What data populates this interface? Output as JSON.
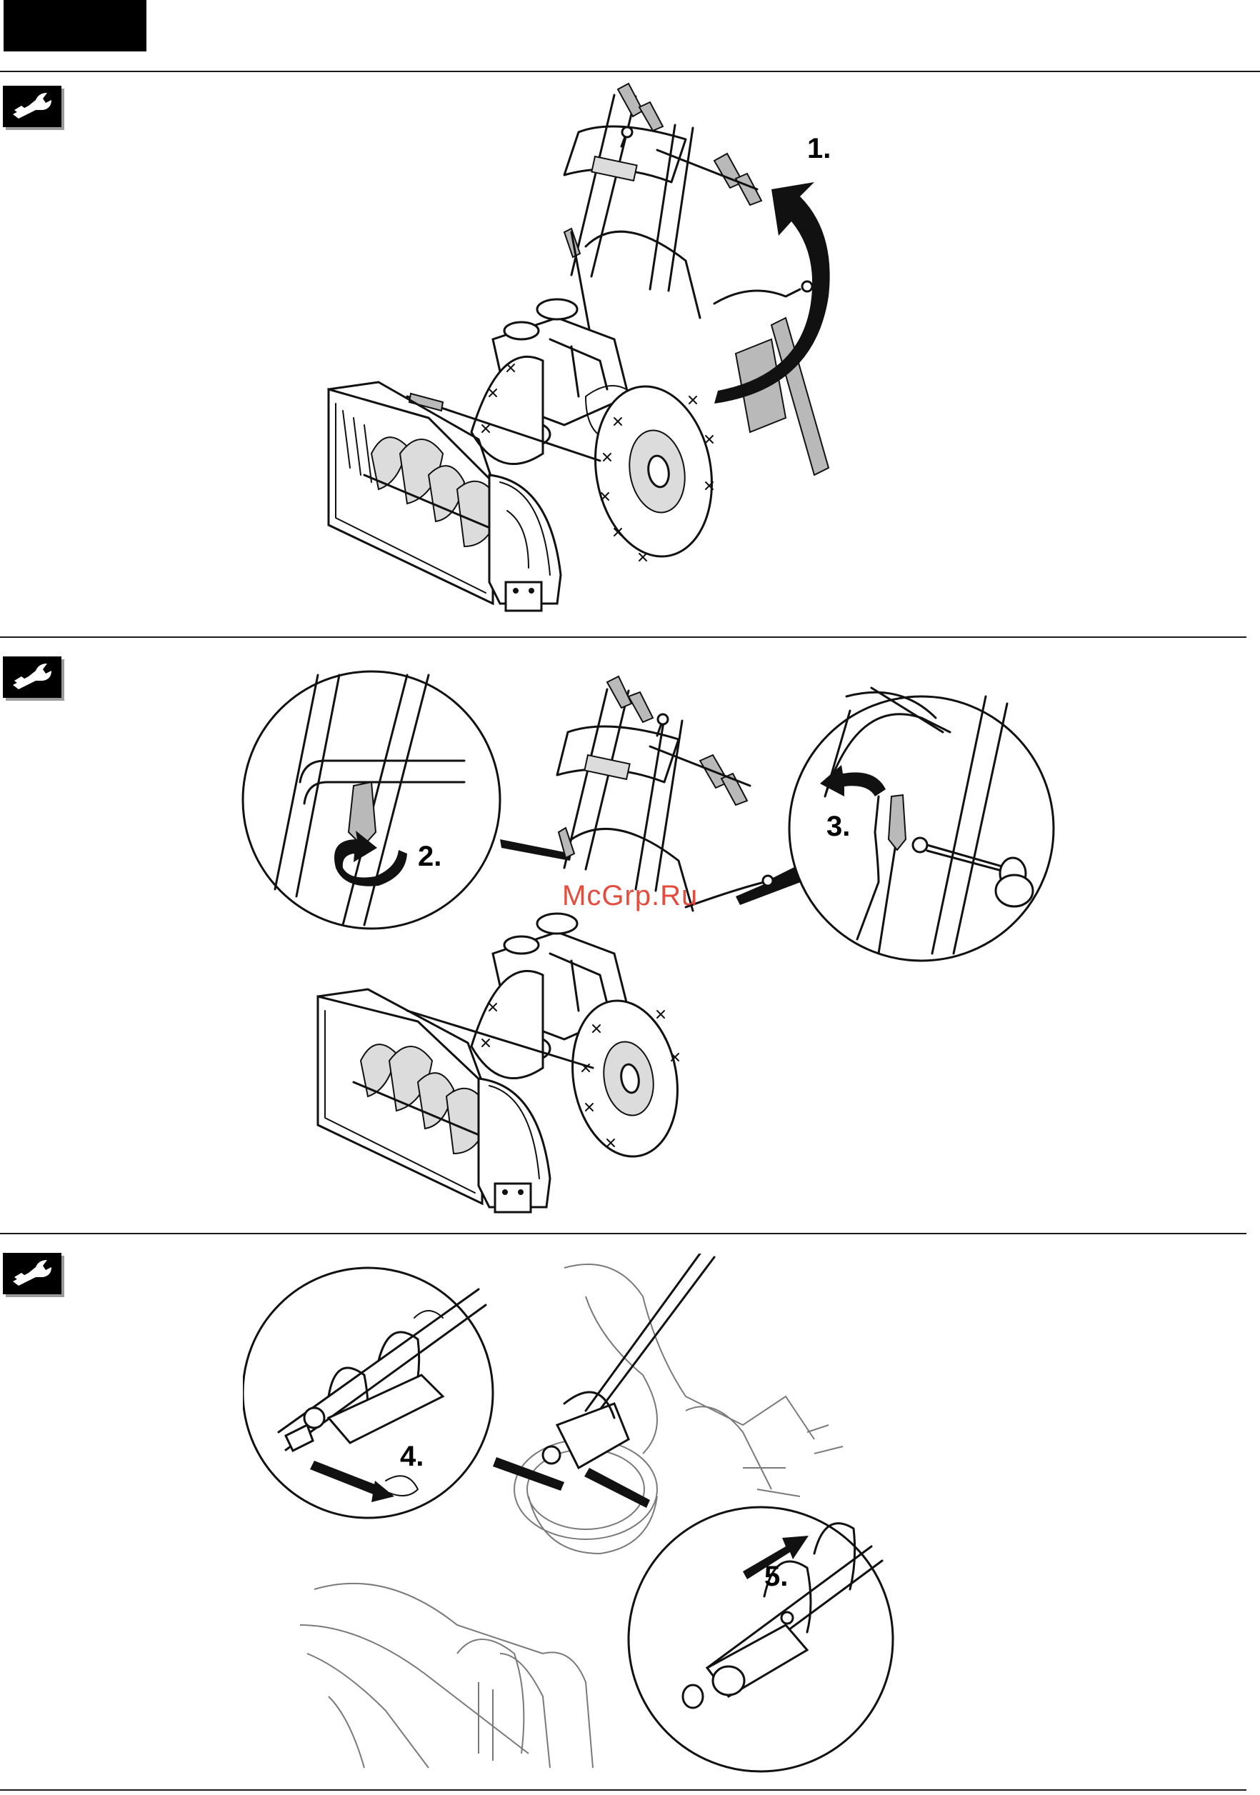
{
  "header": {
    "tab_color": "#000000"
  },
  "sections": [
    {
      "id": "section-1",
      "icon": "wrench-hand-icon",
      "steps": [
        {
          "label": "1."
        }
      ]
    },
    {
      "id": "section-2",
      "icon": "wrench-hand-icon",
      "steps": [
        {
          "label": "2."
        },
        {
          "label": "3."
        }
      ]
    },
    {
      "id": "section-3",
      "icon": "wrench-hand-icon",
      "steps": [
        {
          "label": "4."
        },
        {
          "label": "5."
        }
      ]
    }
  ],
  "watermark": {
    "text": "McGrp.Ru",
    "color": "#e23a2a"
  }
}
